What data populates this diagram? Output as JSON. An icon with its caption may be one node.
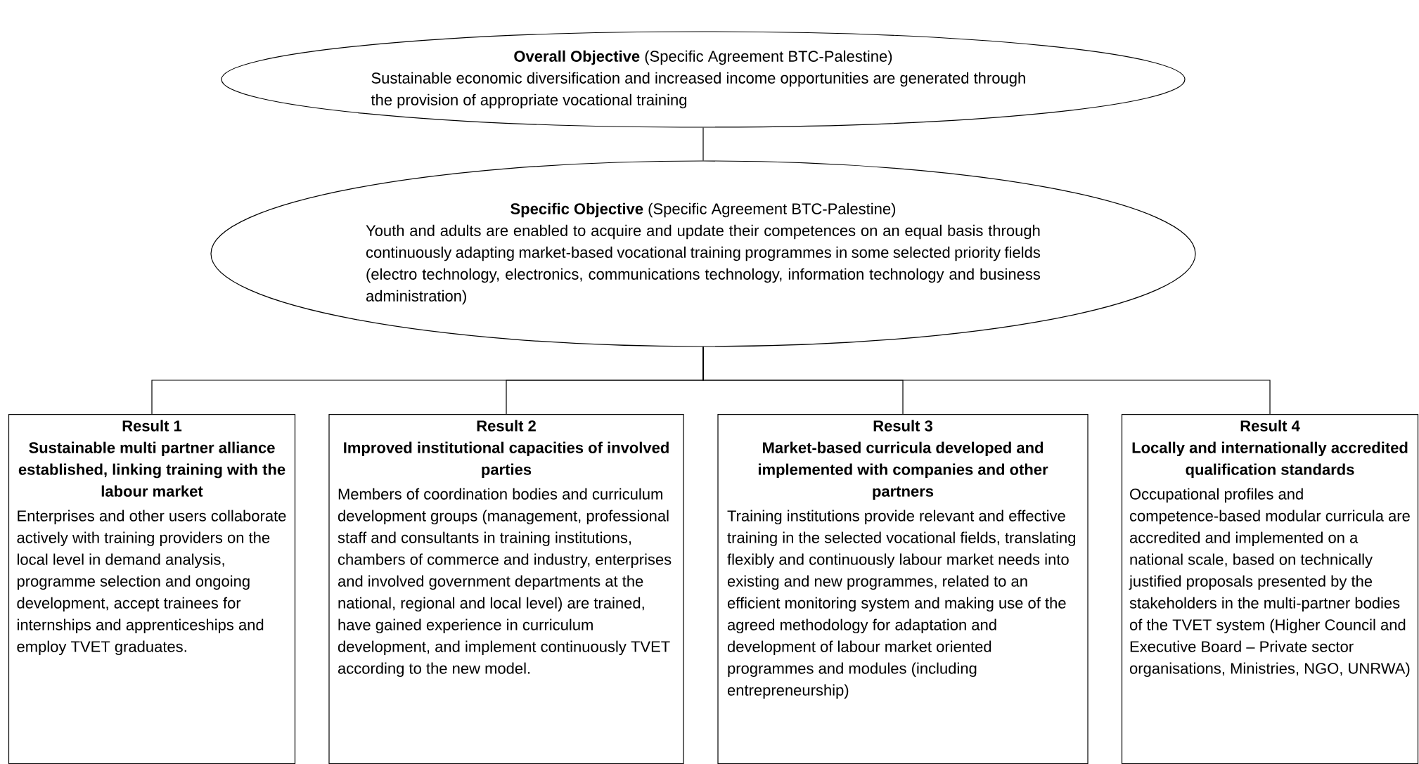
{
  "diagram": {
    "nodes": [
      {
        "text": [
          "**Overall Objective**  (Specific Agreement BTC-Palestine)",
          "Sustainable economic diversification and increased income opportunities are generated through the provision of appropriate vocational training"
        ]
      },
      {
        "text": [
          "**Specific Objective**   (Specific Agreement BTC-Palestine)",
          "Youth and adults are enabled to acquire and update their competences on an equal basis through continuously adapting market-based vocational training programmes in some selected priority fields (electro technology, electronics, communications technology, information technology and business administration)"
        ]
      },
      {
        "text": [
          "Result 1",
          "Sustainable multi partner alliance established, linking training with the labour market",
          "Enterprises and other users collaborate actively with training providers on the local level in demand analysis, programme selection and ongoing development, accept trainees for internships and apprenticeships and employ TVET graduates."
        ]
      },
      {
        "text": [
          "Result 2",
          "Improved institutional capacities of involved parties",
          "Members of coordination bodies and curriculum development groups (management, professional staff and consultants in training institutions, chambers of commerce and industry, enterprises and involved government departments at the national, regional and local level) are trained, have gained experience in curriculum development, and implement continuously TVET according to the new model."
        ]
      },
      {
        "text": [
          "Result 3",
          "Market-based curricula developed and implemented with companies and other partners",
          "Training institutions provide relevant and effective training in the selected vocational fields, translating flexibly and continuously labour market needs into existing and new programmes, related to an efficient monitoring system and making use of the agreed methodology for adaptation and development of labour market oriented programmes and modules (including entrepreneurship)"
        ]
      },
      {
        "text": [
          "Result 4",
          "Locally and internationally accredited qualification standards",
          "Occupational profiles and competence-based modular curricula are accredited and implemented on a national scale, based on technically justified proposals presented by the stakeholders in the multi-partner bodies of the TVET system (Higher Council and Executive Board – Private sector organisations, Ministries, NGO, UNRWA)"
        ]
      }
    ],
    "edges": [
      {
        "from": 0,
        "to": 1,
        "arrow": "none"
      },
      {
        "from": 1,
        "to": 2,
        "arrow": "none"
      },
      {
        "from": 1,
        "to": 3,
        "arrow": "none"
      },
      {
        "from": 1,
        "to": 4,
        "arrow": "none"
      },
      {
        "from": 1,
        "to": 5,
        "arrow": "none"
      }
    ]
  }
}
